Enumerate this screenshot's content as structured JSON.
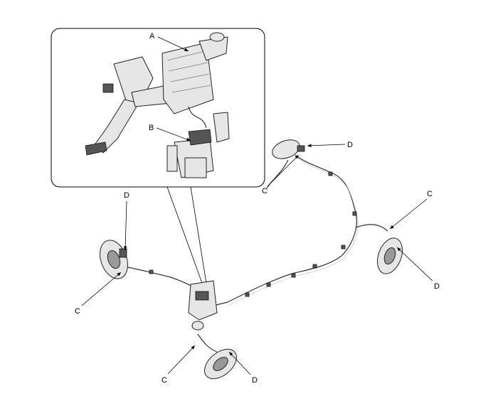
{
  "diagram": {
    "type": "brake system component location",
    "labels": {
      "a": "A",
      "b": "B",
      "c1": "C",
      "c2": "C",
      "c3": "C",
      "c4": "C",
      "d1": "D",
      "d2": "D",
      "d3": "D",
      "d4": "D"
    }
  }
}
